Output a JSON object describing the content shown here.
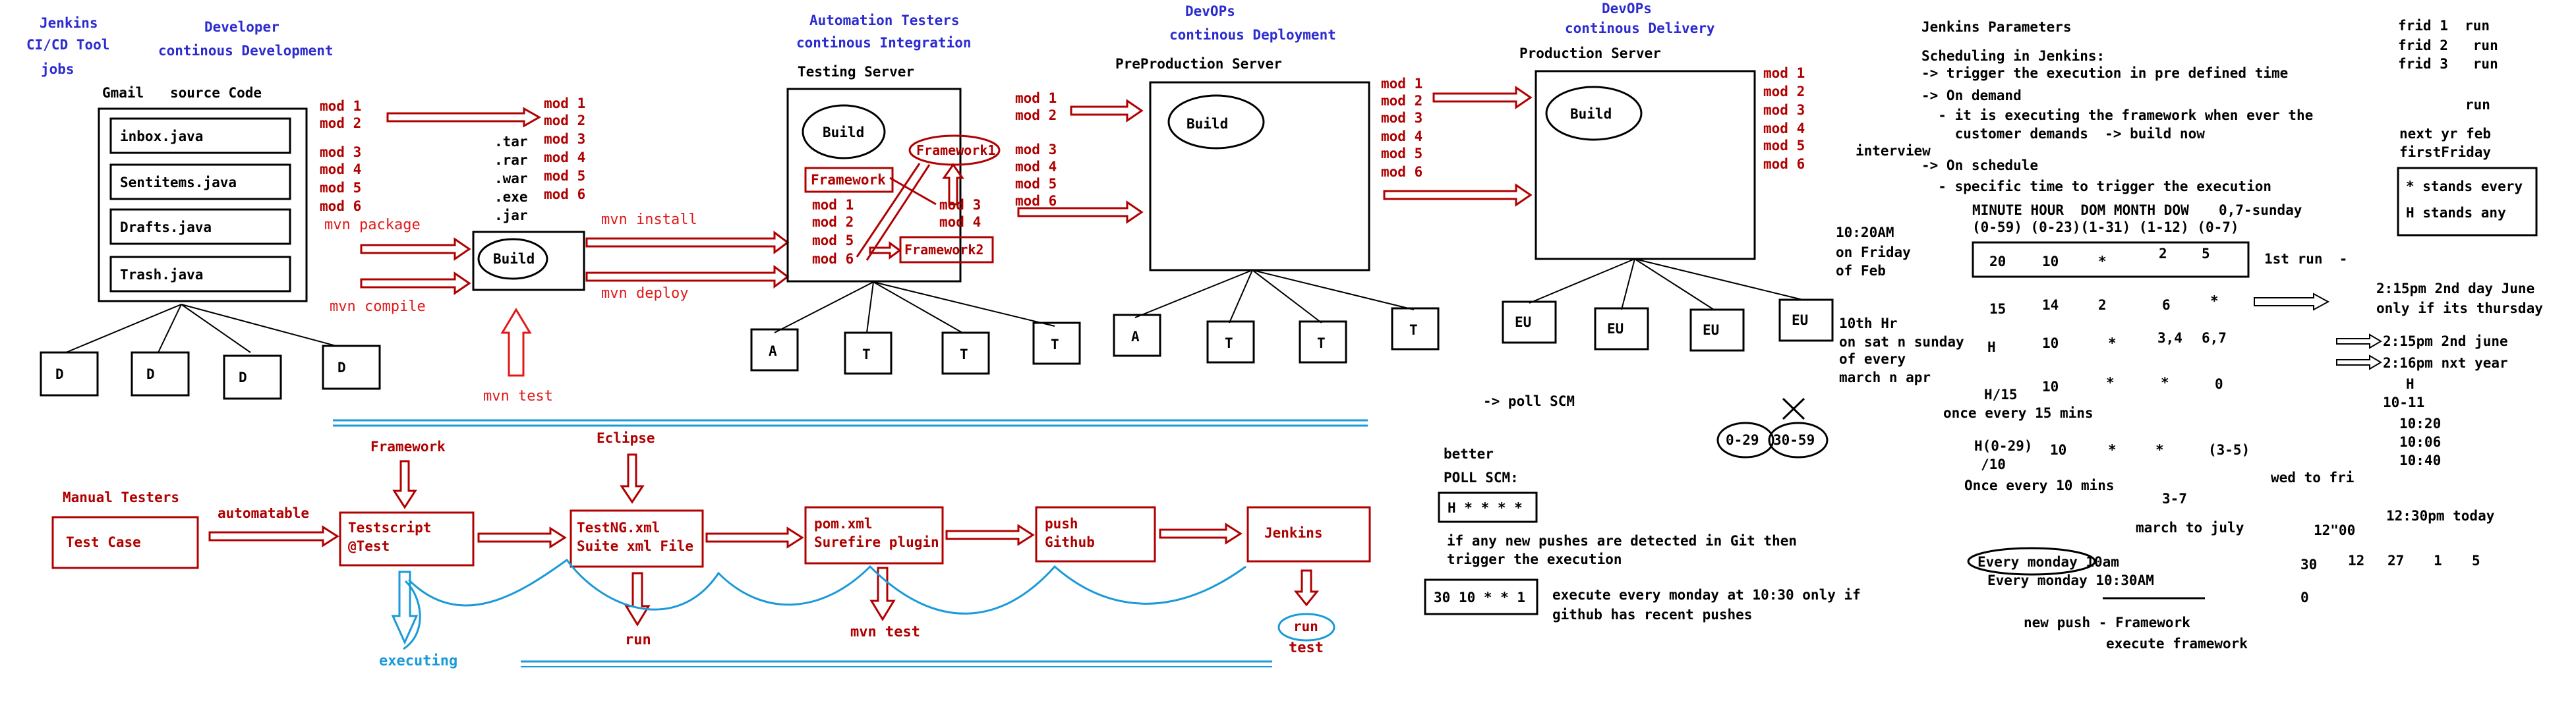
{
  "headers": {
    "jenkins": [
      "Jenkins",
      "CI/CD Tool",
      "jobs"
    ],
    "developer": [
      "Developer",
      "continous Development"
    ],
    "automation": [
      "Automation Testers",
      "continous  Integration"
    ],
    "devops_deploy": [
      "DevOPs",
      "continous Deployment"
    ],
    "devops_delivery": [
      "DevOPs",
      "continous Delivery"
    ]
  },
  "source": {
    "gmail": "Gmail",
    "source_code": "source Code",
    "files": [
      "inbox.java",
      "Sentitems.java",
      "Drafts.java",
      "Trash.java"
    ],
    "dev_boxes": [
      "D",
      "D",
      "D",
      "D"
    ],
    "mods_right": [
      "mod 1",
      "mod 2",
      "mod 3",
      "mod 4",
      "mod 5",
      "mod 6"
    ],
    "mvn_package": "mvn package",
    "mvn_compile": "mvn compile"
  },
  "build": {
    "label": "Build",
    "mvn_test": "mvn test",
    "archives": [
      ".tar",
      ".rar",
      ".war",
      ".exe",
      ".jar"
    ],
    "mods": [
      "mod 1",
      "mod 2",
      "mod 3",
      "mod 4",
      "mod 5",
      "mod 6"
    ],
    "mvn_install": "mvn install",
    "mvn_deploy": "mvn deploy"
  },
  "testing": {
    "title": "Testing Server",
    "build": "Build",
    "framework": "Framework",
    "framework1": "Framework1",
    "framework2": "Framework2",
    "mods_a": [
      "mod 1",
      "mod 2",
      "mod 5",
      "mod 6"
    ],
    "mods_b": [
      "mod 3",
      "mod 4"
    ],
    "mods_right": [
      "mod 1",
      "mod 2",
      "mod 3",
      "mod 4",
      "mod 5",
      "mod 6"
    ],
    "agents": [
      "A",
      "T",
      "T",
      "T"
    ]
  },
  "preprod": {
    "title": "PreProduction Server",
    "build": "Build",
    "mods_right": [
      "mod 1",
      "mod 2",
      "mod 3",
      "mod 4",
      "mod 5",
      "mod 6"
    ],
    "agents": [
      "A",
      "T",
      "T",
      "T"
    ]
  },
  "prod": {
    "title": "Production Server",
    "build": "Build",
    "mods_right": [
      "mod 1",
      "mod 2",
      "mod 3",
      "mod 4",
      "mod 5",
      "mod 6"
    ],
    "users": [
      "EU",
      "EU",
      "EU",
      "EU"
    ]
  },
  "flow": {
    "manual_testers": "Manual Testers",
    "automatable": "automatable",
    "test_case": "Test Case",
    "framework": "Framework",
    "eclipse": "Eclipse",
    "testscript": [
      "Testscript",
      "@Test"
    ],
    "testng": [
      "TestNG.xml",
      "Suite xml File"
    ],
    "pom": [
      "pom.xml",
      "Surefire plugin"
    ],
    "push": [
      "push",
      "Github"
    ],
    "jenkins": "Jenkins",
    "executing": "executing",
    "run1": "run",
    "mvn_test": "mvn test",
    "run2": "run",
    "test": "test"
  },
  "poll": {
    "poll_scm": "-> poll SCM",
    "better": "better",
    "poll_label": "POLL SCM:",
    "poll_value": "H * * * *",
    "pushes_note": [
      "if any new pushes are detected in Git then",
      "trigger the execution"
    ],
    "cron_box": "30 10 * * 1",
    "cron_note": [
      "execute every monday at 10:30 only if",
      "github has recent pushes"
    ],
    "range1": "0-29",
    "range2": "30-59"
  },
  "schedule_notes": {
    "interview": "interview",
    "friday": [
      "10:20AM",
      "on Friday",
      "of Feb"
    ],
    "tenth": [
      "10th Hr",
      "on sat n sunday",
      "of every",
      "march n apr"
    ]
  },
  "params": {
    "title": "Jenkins Parameters",
    "lines": [
      "Scheduling in Jenkins:",
      "-> trigger the execution in pre defined time",
      "-> On demand",
      "  - it is executing the framework when ever the",
      "    customer demands  -> build now",
      "-> On schedule",
      "  - specific time to trigger the execution"
    ],
    "cron_headers": [
      "MINUTE HOUR  DOM MONTH DOW",
      "(0-59) (0-23)(1-31) (1-12) (0-7)"
    ],
    "sunday_note": "0,7-sunday",
    "first_run_row": [
      "20",
      "10",
      "*",
      "2",
      "5"
    ],
    "first_run": "1st run  -",
    "row2": [
      "15",
      "14",
      "2",
      "6",
      "*"
    ],
    "row2_note": [
      "2:15pm 2nd day June",
      "only if its thursday"
    ],
    "row3": [
      "H",
      "10",
      "*",
      "3,4",
      "6,7"
    ],
    "row3_notes": [
      "2:15pm 2nd june",
      "2:16pm nxt year"
    ],
    "row4": [
      "H/15",
      "10",
      "*",
      "*",
      "0"
    ],
    "every15": "once every 15 mins",
    "row5": [
      "H(0-29)",
      "/10",
      "10",
      "*",
      "*",
      "(3-5)"
    ],
    "wed_fri": "wed to fri",
    "every10": "Once every 10 mins",
    "range_37": "3-7",
    "march_july": "march to july",
    "monday1": "Every monday 10am",
    "monday2": "Every monday 10:30AM",
    "new_push": "new push - Framework",
    "execute": "execute framework",
    "twelve": "12\"00",
    "today": "12:30pm today",
    "row6": [
      "30",
      "12",
      "27",
      "1",
      "5"
    ],
    "zero": "0"
  },
  "right_notes": {
    "frid": [
      "frid 1  run",
      "frid 2   run",
      "frid 3   run"
    ],
    "run": "run",
    "next_yr": [
      "next yr feb",
      "firstFriday"
    ],
    "star_box": [
      "* stands every",
      "H stands any"
    ],
    "h_list": [
      "H",
      "10-11",
      "10:20",
      "10:06",
      "10:40"
    ]
  }
}
